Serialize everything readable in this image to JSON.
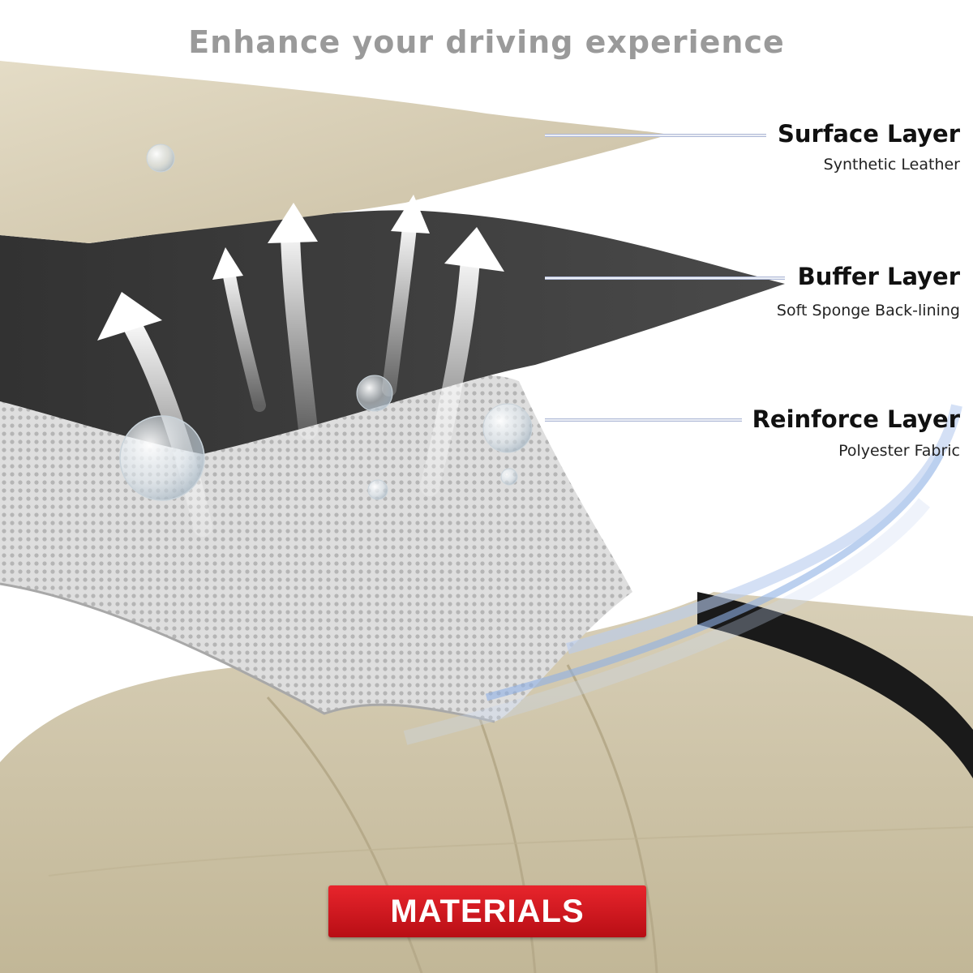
{
  "headline": "Enhance your driving experience",
  "layers": [
    {
      "title": "Surface Layer",
      "subtitle": "Synthetic Leather"
    },
    {
      "title": "Buffer Layer",
      "subtitle": "Soft Sponge Back-lining"
    },
    {
      "title": "Reinforce Layer",
      "subtitle": "Polyester Fabric"
    }
  ],
  "badge": {
    "label": "MATERIALS"
  },
  "colors": {
    "headline": "#9a9a9a",
    "leather": "#d6cdb5",
    "sponge": "#3a3a3a",
    "mesh": "#d8d8d8",
    "badge": "#d9141c",
    "airflow": "#5b8fd6"
  }
}
